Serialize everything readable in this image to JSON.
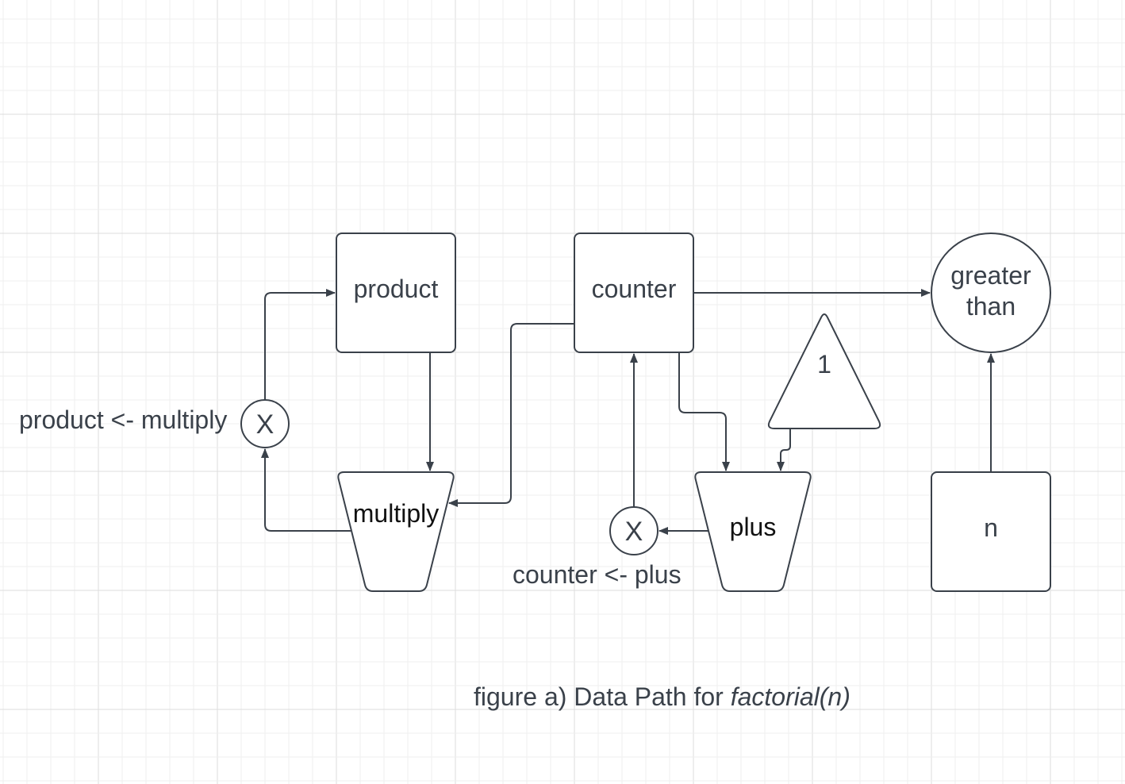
{
  "diagram": {
    "title": "Data Path for factorial(n)",
    "caption": {
      "prefix": "figure a) Data Path for ",
      "italic": "factorial(n)"
    },
    "nodes": {
      "product": {
        "label": "product",
        "shape": "register"
      },
      "counter": {
        "label": "counter",
        "shape": "register"
      },
      "greater_than": {
        "label_line1": "greater",
        "label_line2": "than",
        "shape": "test-circle"
      },
      "constant_one": {
        "label": "1",
        "shape": "constant-triangle"
      },
      "multiply": {
        "label": "multiply",
        "shape": "operation-trapezoid"
      },
      "plus": {
        "label": "plus",
        "shape": "operation-trapezoid"
      },
      "n": {
        "label": "n",
        "shape": "register"
      },
      "button_product": {
        "label": "X",
        "shape": "button-circle"
      },
      "button_counter": {
        "label": "X",
        "shape": "button-circle"
      }
    },
    "labels": {
      "product_assign": "product <- multiply",
      "counter_assign": "counter <- plus"
    },
    "edges": [
      {
        "from": "product",
        "to": "multiply"
      },
      {
        "from": "counter",
        "to": "multiply"
      },
      {
        "from": "multiply",
        "to": "button_product"
      },
      {
        "from": "button_product",
        "to": "product"
      },
      {
        "from": "counter",
        "to": "plus"
      },
      {
        "from": "constant_one",
        "to": "plus"
      },
      {
        "from": "plus",
        "to": "button_counter"
      },
      {
        "from": "button_counter",
        "to": "counter"
      },
      {
        "from": "counter",
        "to": "greater_than"
      },
      {
        "from": "n",
        "to": "greater_than"
      }
    ],
    "colors": {
      "stroke": "#3a414a",
      "text": "#3a414a",
      "grid_minor": "#efefef",
      "grid_major": "#dddddd"
    }
  }
}
